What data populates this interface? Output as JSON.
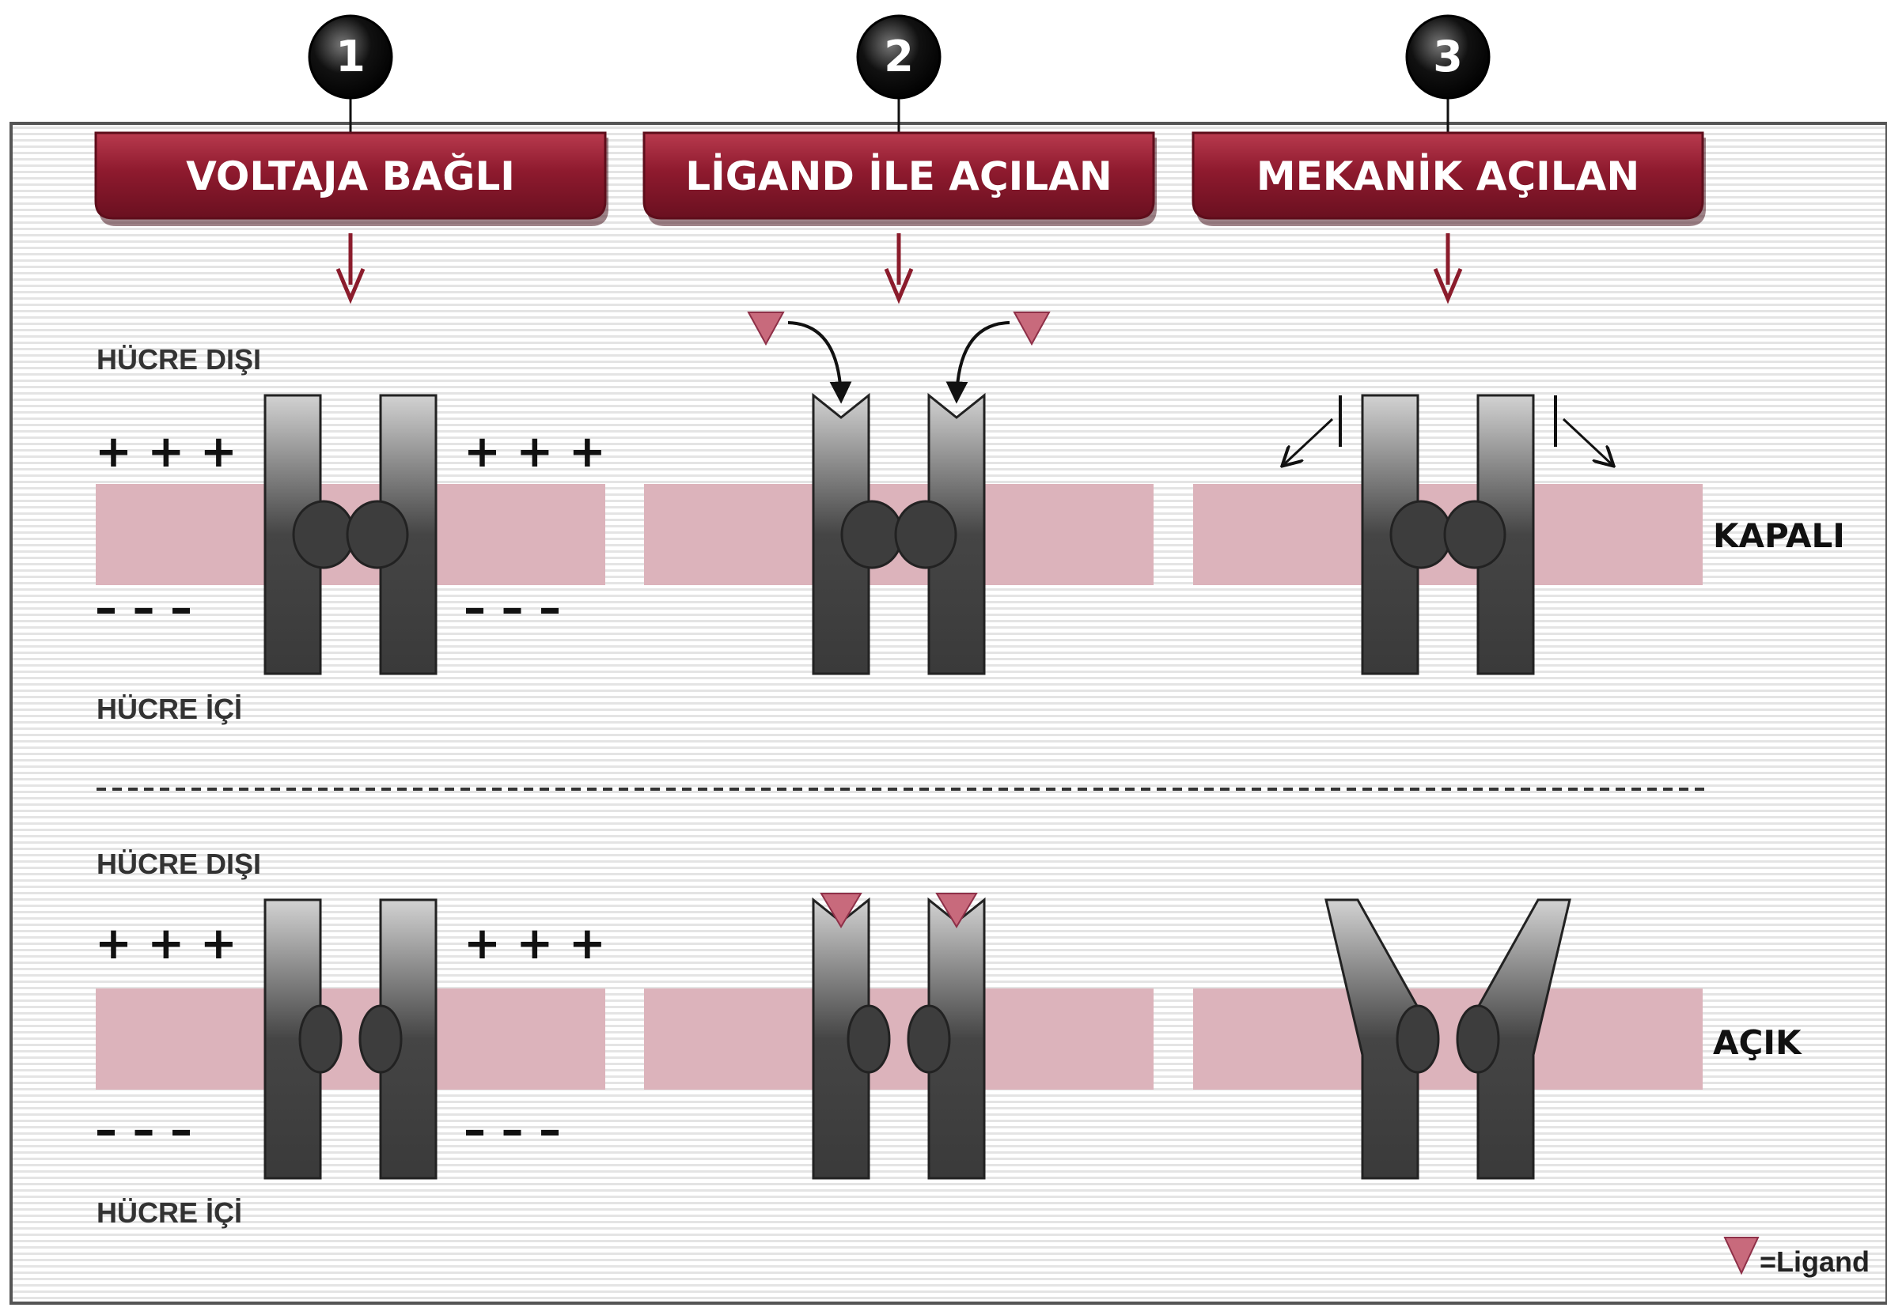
{
  "colors": {
    "banner": "#8e1a2e",
    "banner_dark": "#5e0d1b",
    "membrane": "#dcb3bb",
    "ligand": "#c86a7c",
    "channel_dark": "#3a3a3a",
    "channel_light": "#cfcfcf",
    "arrow_red": "#8b1c2c",
    "stripe": "#e2e2e2"
  },
  "columns": [
    {
      "number": "1",
      "title": "VOLTAJA BAĞLI"
    },
    {
      "number": "2",
      "title": "LİGAND İLE AÇILAN"
    },
    {
      "number": "3",
      "title": "MEKANİK AÇILAN"
    }
  ],
  "sides": {
    "outside": "HÜCRE DIŞI",
    "inside": "HÜCRE İÇİ"
  },
  "charges": {
    "positive": "+ + +",
    "negative": "– – –"
  },
  "states": {
    "closed": "KAPALI",
    "open": "AÇIK"
  },
  "legend": {
    "icon": "ligand-triangle-icon",
    "label": "=Ligand"
  }
}
